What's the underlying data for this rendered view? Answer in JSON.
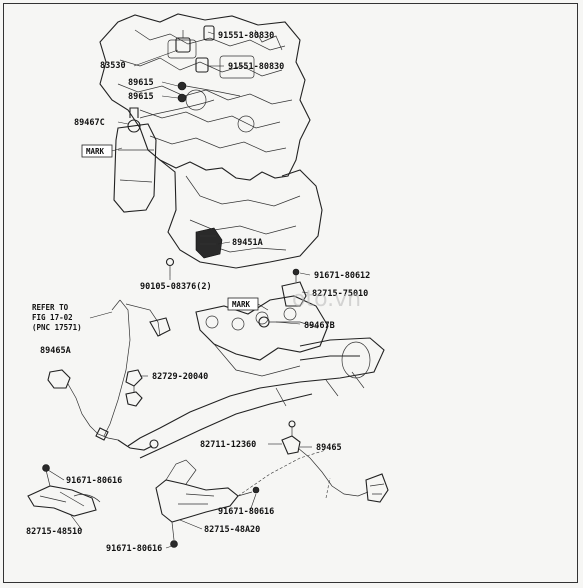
{
  "watermark": "oto.vn",
  "refer_note": {
    "line1": "REFER TO",
    "line2": "FIG 17-02",
    "line3": "(PNC 17571)"
  },
  "mark_labels": [
    "MARK",
    "MARK"
  ],
  "callouts": [
    {
      "id": "c1",
      "text": "91551-80830"
    },
    {
      "id": "c2",
      "text": "83530"
    },
    {
      "id": "c3",
      "text": "91551-80830"
    },
    {
      "id": "c4",
      "text": "89615"
    },
    {
      "id": "c5",
      "text": "89615"
    },
    {
      "id": "c6",
      "text": "89467C"
    },
    {
      "id": "c7",
      "text": "89451A"
    },
    {
      "id": "c8",
      "text": "91671-80612"
    },
    {
      "id": "c9",
      "text": "90105-08376(2)"
    },
    {
      "id": "c10",
      "text": "82715-75010"
    },
    {
      "id": "c11",
      "text": "89467B"
    },
    {
      "id": "c12",
      "text": "89465A"
    },
    {
      "id": "c13",
      "text": "82729-20040"
    },
    {
      "id": "c14",
      "text": "82711-12360"
    },
    {
      "id": "c15",
      "text": "89465"
    },
    {
      "id": "c16",
      "text": "91671-80616"
    },
    {
      "id": "c17",
      "text": "82715-48510"
    },
    {
      "id": "c18",
      "text": "91671-80616"
    },
    {
      "id": "c19",
      "text": "82715-48A20"
    },
    {
      "id": "c20",
      "text": "91671-80616"
    }
  ]
}
